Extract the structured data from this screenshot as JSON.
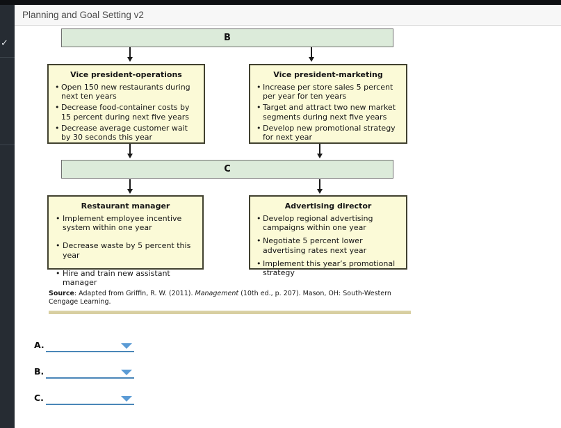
{
  "header": {
    "title": "Planning and Goal Setting v2"
  },
  "sidebar": {
    "check_icon": "✓"
  },
  "diagram": {
    "bar_b_label": "B",
    "bar_c_label": "C",
    "vp_operations": {
      "title": "Vice president-operations",
      "bullets": [
        "Open 150 new restaurants during next ten years",
        "Decrease food-container costs by 15 percent during next five years",
        "Decrease average customer wait by 30 seconds this year"
      ]
    },
    "vp_marketing": {
      "title": "Vice president-marketing",
      "bullets": [
        "Increase per store sales 5 percent per year for ten years",
        "Target and attract two new market segments during next five years",
        "Develop new promotional strategy for next year"
      ]
    },
    "restaurant_manager": {
      "title": "Restaurant manager",
      "bullets": [
        "Implement employee incentive system within one year",
        "Decrease waste by 5 percent this year",
        "Hire and train new assistant manager"
      ]
    },
    "advertising_director": {
      "title": "Advertising director",
      "bullets": [
        "Develop regional advertising campaigns within one year",
        "Negotiate 5 percent lower advertising rates next year",
        "Implement this year’s promotional strategy"
      ]
    },
    "source": {
      "bold_label": "Source",
      "pre_italic": ": Adapted from Griffin, R. W. (2011). ",
      "italic": "Management",
      "post_italic": " (10th ed., p. 207). Mason, OH: South-Western Cengage Learning."
    }
  },
  "answers": {
    "a_label": "A.",
    "b_label": "B.",
    "c_label": "C.",
    "a_value": "",
    "b_value": "",
    "c_value": ""
  },
  "colors": {
    "bar_fill_green": "#dcebda",
    "box_fill_yellow": "#fbfad7",
    "dropdown_line_blue": "#4a86b8",
    "dropdown_caret_blue": "#5b9bd5",
    "divider_tan": "#d8cfa1",
    "sidebar_dark": "#262c33"
  }
}
